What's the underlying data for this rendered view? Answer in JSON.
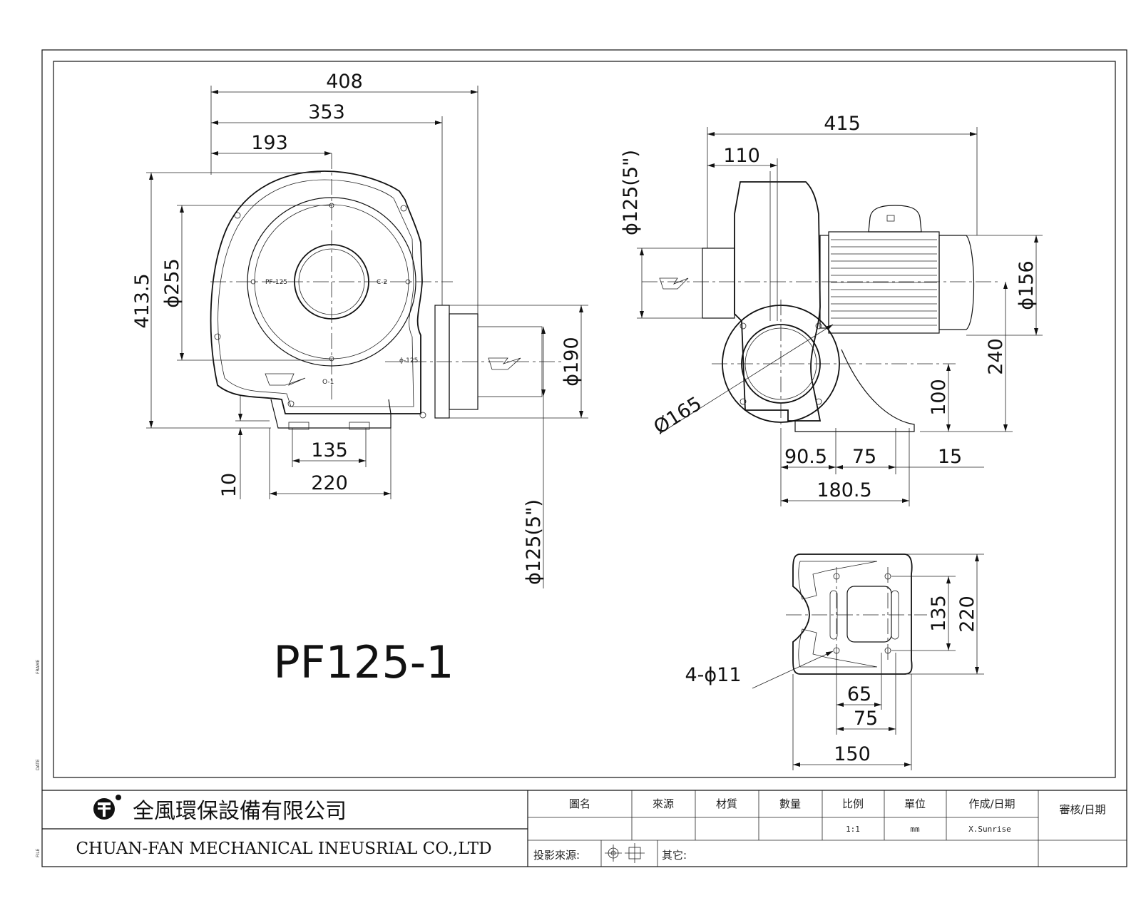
{
  "drawing": {
    "model": "PF125-1",
    "front_view": {
      "width_overall": "408",
      "width_body": "353",
      "width_center": "193",
      "height_overall": "413.5",
      "housing_dia": "ϕ255",
      "outlet_dia": "ϕ190",
      "outlet_nominal": "ϕ125(5\")",
      "base_holes_spacing": "135",
      "base_width": "220",
      "foot_height": "10",
      "casting_label_1": "PF-125",
      "casting_label_2": "C-2",
      "casting_label_3": "ϕ-125",
      "casting_label_4": "O-1"
    },
    "side_view": {
      "length_overall": "415",
      "inlet_offset": "110",
      "inlet_nominal": "ϕ125(5\")",
      "flange_dia": "Ø165",
      "motor_dia": "ϕ156",
      "center_height": "240",
      "outlet_height": "100",
      "base_a": "90.5",
      "base_b": "75",
      "base_c": "15",
      "base_total": "180.5"
    },
    "base_view": {
      "holes": "4-ϕ11",
      "hole_pitch_inner": "65",
      "hole_pitch_outer": "75",
      "base_length": "150",
      "hole_span_y": "135",
      "base_width": "220"
    }
  },
  "title_block": {
    "company_cn": "全風環保設備有限公司",
    "company_en": "CHUAN-FAN MECHANICAL INEUSRIAL CO.,LTD",
    "headers": [
      "圖名",
      "來源",
      "材質",
      "數量",
      "比例",
      "單位",
      "作成/日期",
      "審核/日期"
    ],
    "values": [
      "",
      "",
      "",
      "",
      "1:1",
      "mm",
      "X.Sunrise",
      ""
    ],
    "projection_label": "投影來源:",
    "other_label": "其它:"
  },
  "side_marks": [
    "FRAME",
    "DATE",
    "FILE"
  ]
}
